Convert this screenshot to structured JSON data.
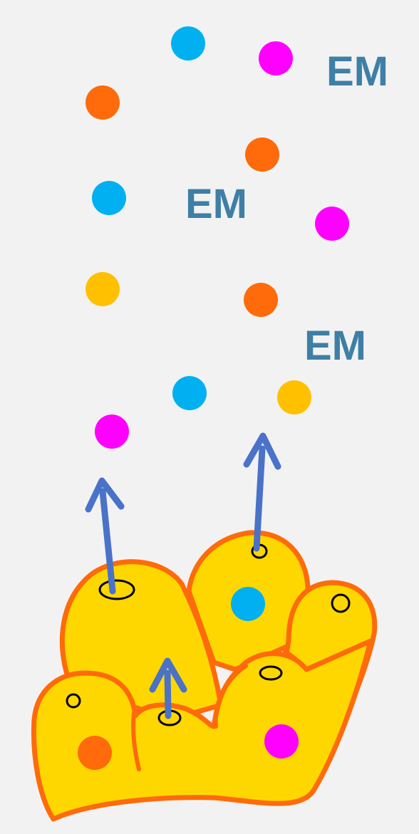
{
  "labels": {
    "em_top_right": "EM",
    "em_middle": "EM",
    "em_lower_right": "EM"
  },
  "colors": {
    "background": "#f2f2f2",
    "cell_fill": "#ffd700",
    "cell_outline": "#ff6a0a",
    "arrow": "#4a72c8",
    "label": "#3e7fa6",
    "particle_blue": "#00b0f0",
    "particle_magenta": "#ff00ff",
    "particle_orange": "#ff6a0a",
    "particle_gold": "#ffc000"
  },
  "particle_kinds": [
    "blue",
    "magenta",
    "orange",
    "gold"
  ]
}
